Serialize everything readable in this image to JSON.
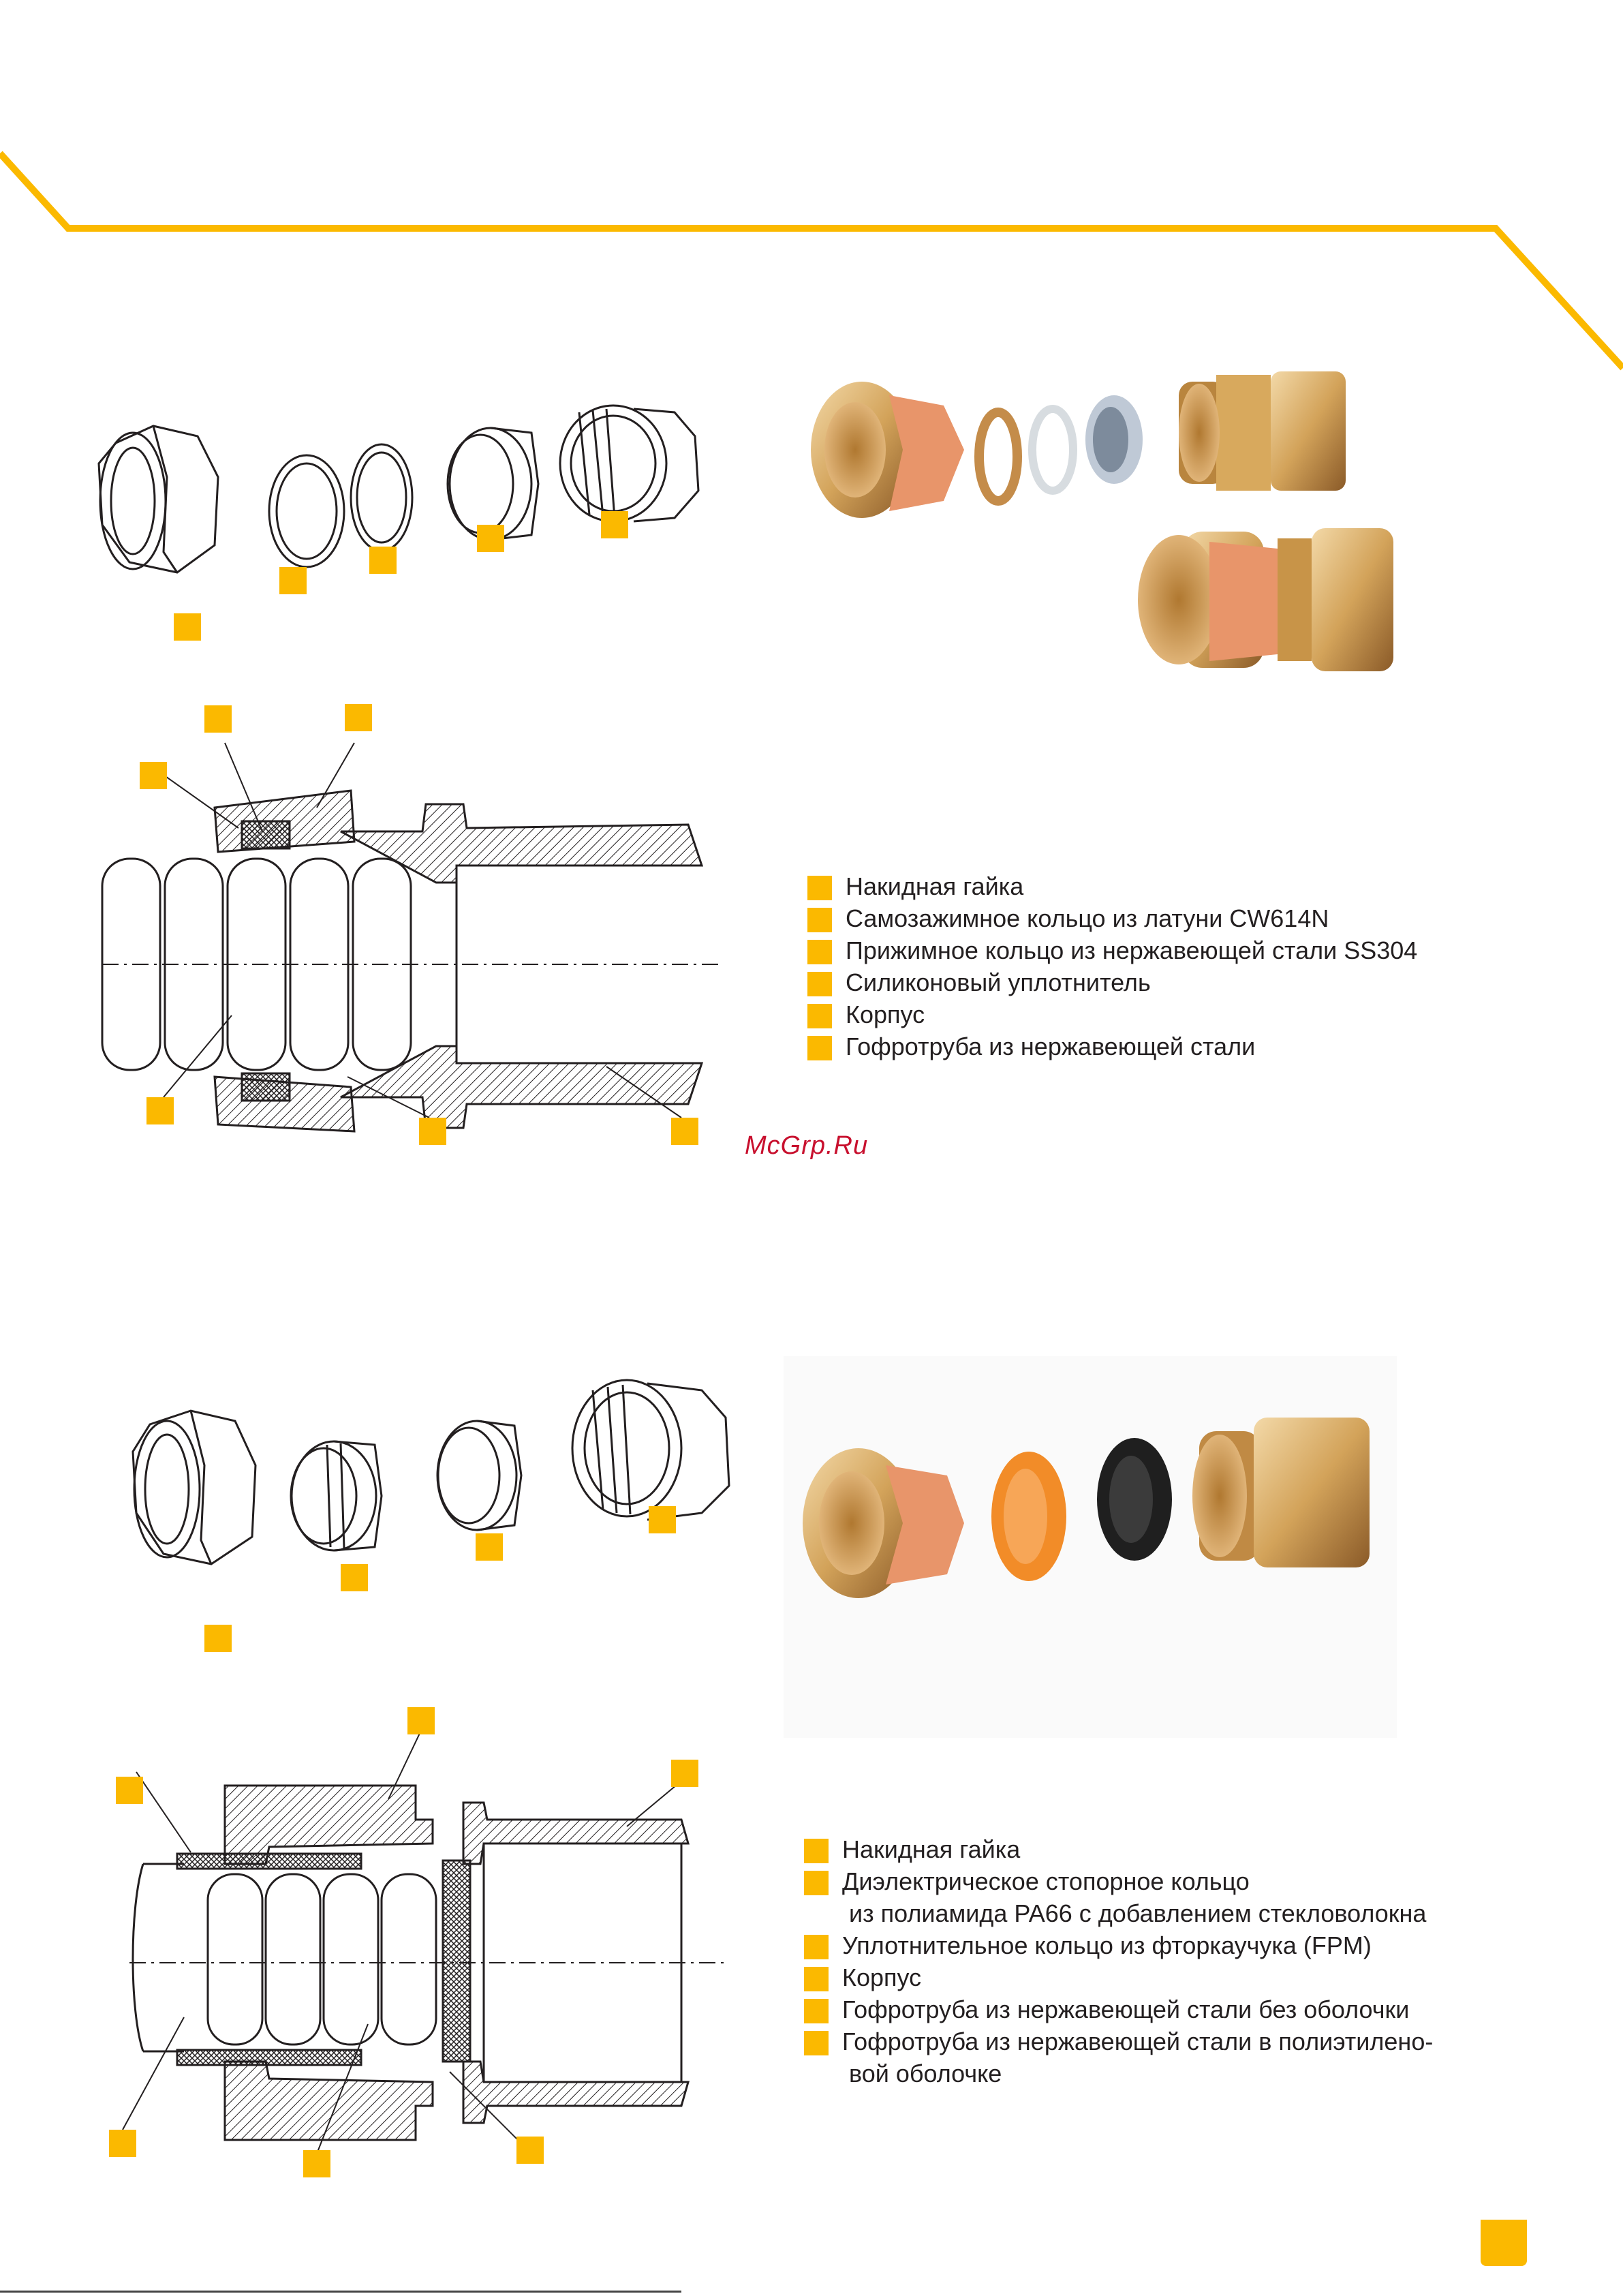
{
  "watermark": "McGrp.Ru",
  "section1": {
    "legend": [
      "Накидная гайка",
      "Самозажимное кольцо из латуни CW614N",
      "Прижимное кольцо из нержавеющей стали SS304",
      "Силиконовый уплотнитель",
      "Корпус",
      "Гофротруба из нержавеющей стали"
    ]
  },
  "section2": {
    "legend": [
      {
        "line1": "Накидная гайка"
      },
      {
        "line1": "Диэлектрическое стопорное кольцо",
        "line2": "из полиамида PA66 с добавлением стекловолокна"
      },
      {
        "line1": "Уплотнительное кольцо из фторкаучука (FPM)"
      },
      {
        "line1": "Корпус"
      },
      {
        "line1": "Гофротруба из нержавеющей стали без оболочки"
      },
      {
        "line1": "Гофротруба из нержавеющей стали в полиэтилено-",
        "line2": "вой оболочке"
      }
    ]
  },
  "colors": {
    "accent": "#fbb900",
    "line": "#231f20",
    "brass": "#d9a75c",
    "copper": "#e8956a"
  }
}
